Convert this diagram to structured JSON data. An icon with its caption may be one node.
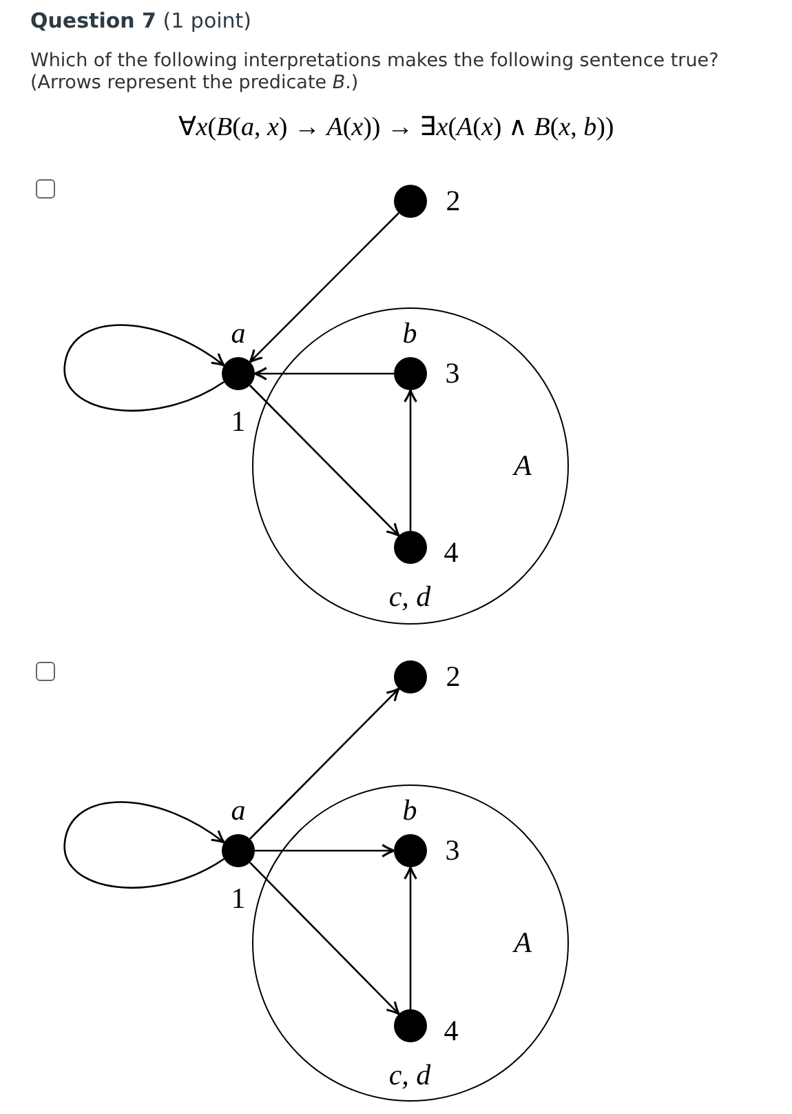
{
  "diagram": {
    "title": "**Question 7** (1 point)",
    "nodes": [
      {
        "text": [
          "A"
        ]
      },
      {
        "text": [],
        "shape": "circle",
        "beside": [
          "2"
        ]
      },
      {
        "text": [],
        "shape": "circle",
        "beside": [
          "a",
          "1"
        ]
      },
      {
        "text": [],
        "shape": "circle",
        "beside": [
          "b",
          "3"
        ],
        "in": 0
      },
      {
        "text": [],
        "shape": "circle",
        "beside": [
          "4",
          "c, d"
        ],
        "in": 0
      },
      {
        "text": [
          "A"
        ]
      },
      {
        "text": [],
        "shape": "circle",
        "beside": [
          "2"
        ]
      },
      {
        "text": [],
        "shape": "circle",
        "beside": [
          "a",
          "1"
        ]
      },
      {
        "text": [],
        "shape": "circle",
        "beside": [
          "b",
          "3"
        ],
        "in": 5
      },
      {
        "text": [],
        "shape": "circle",
        "beside": [
          "4",
          "c, d"
        ],
        "in": 5
      }
    ],
    "edges": [
      {
        "from": 2,
        "to": 2,
        "arrow": "to"
      },
      {
        "from": 1,
        "to": 2,
        "arrow": "to"
      },
      {
        "from": 3,
        "to": 2,
        "arrow": "to"
      },
      {
        "from": 2,
        "to": 4,
        "arrow": "to"
      },
      {
        "from": 4,
        "to": 3,
        "arrow": "to"
      },
      {
        "from": 7,
        "to": 7,
        "arrow": "to"
      },
      {
        "from": 7,
        "to": 6,
        "arrow": "to"
      },
      {
        "from": 7,
        "to": 8,
        "arrow": "to"
      },
      {
        "from": 7,
        "to": 9,
        "arrow": "to"
      },
      {
        "from": 9,
        "to": 8,
        "arrow": "to"
      }
    ],
    "labels": [
      "Which of the following interpretations makes the following sentence true? (Arrows represent the predicate *B*.)",
      "∀*x*(*B*(*a*, *x*) → *A*(*x*)) → ∃*x*(*A*(*x*) ∧ *B*(*x*, *b*))"
    ]
  }
}
